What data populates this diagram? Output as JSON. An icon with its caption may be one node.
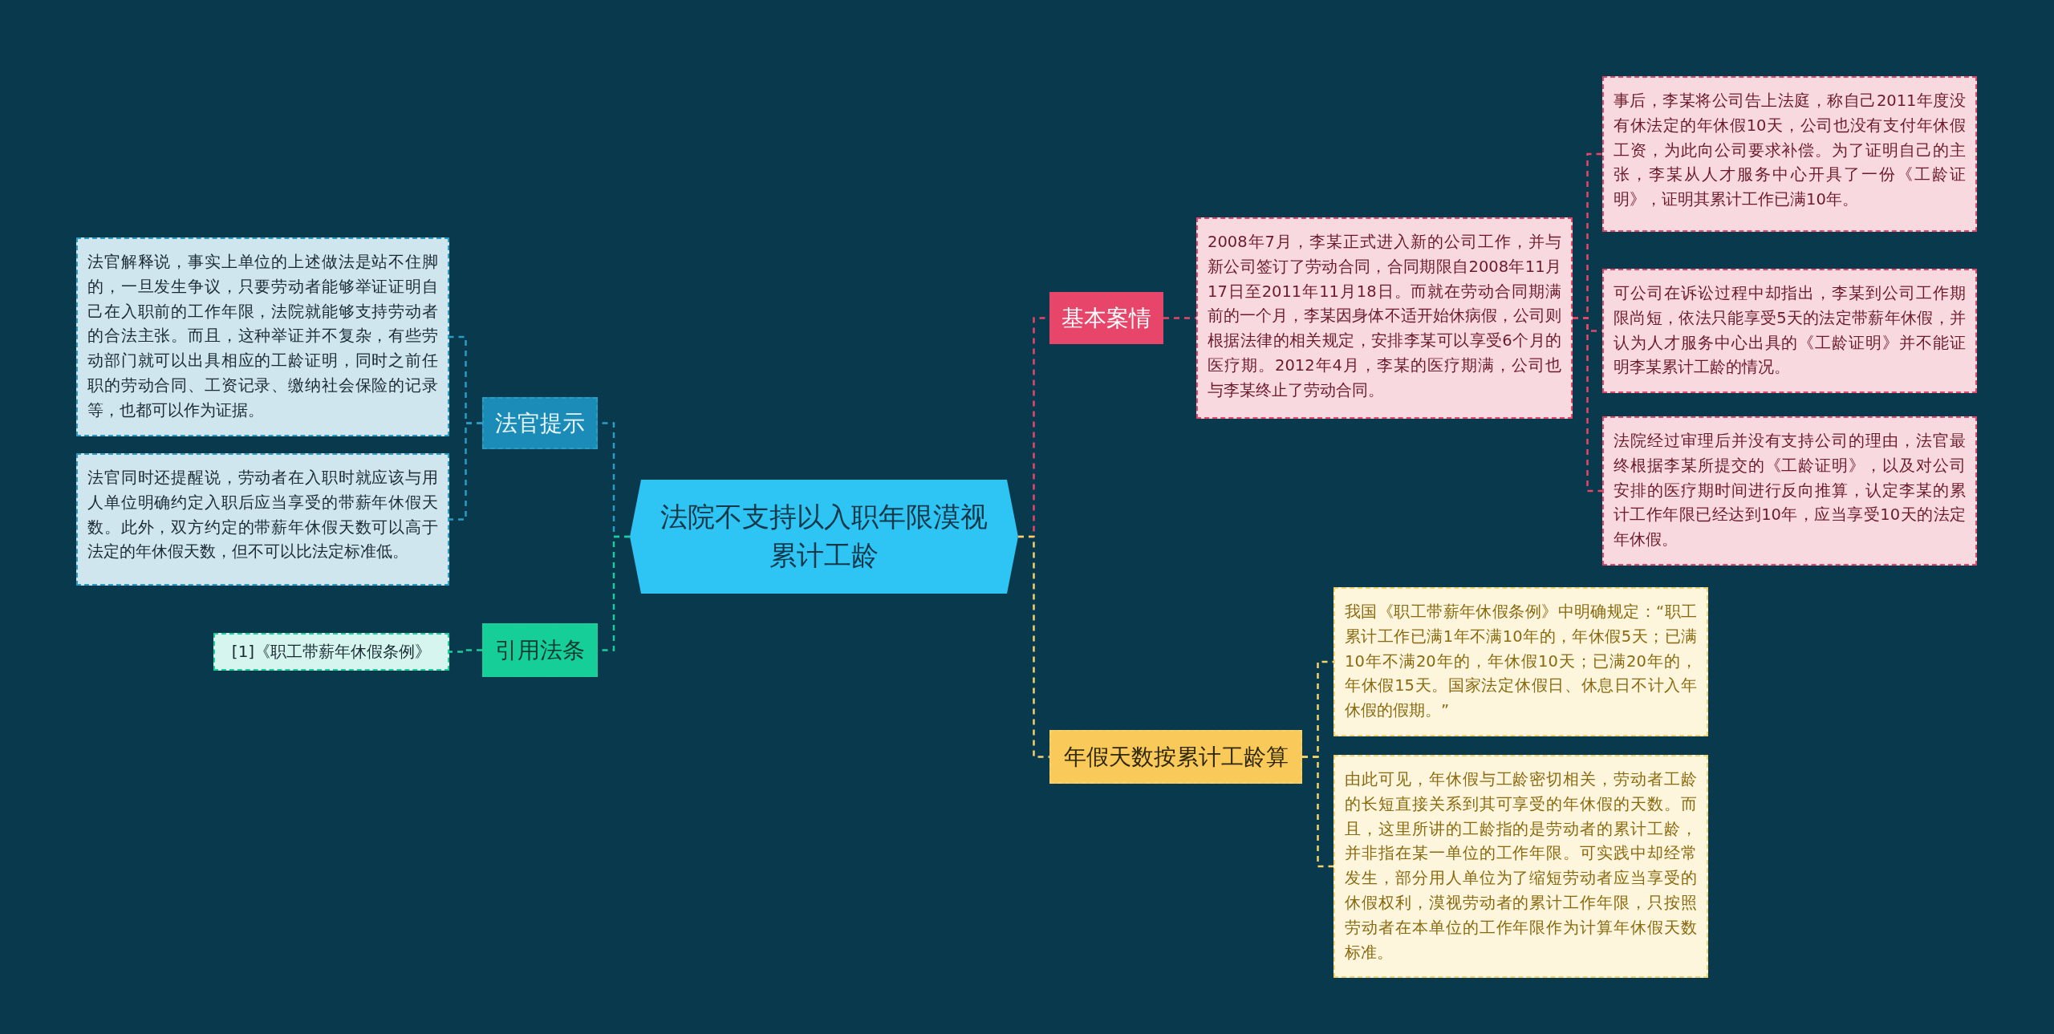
{
  "diagram": {
    "nodes": [
      {
        "text": [
          "法院不支持以入职年限漠视累计工龄"
        ]
      },
      {
        "text": [
          "法官提示"
        ]
      },
      {
        "text": [
          "法官解释说，事实上单位的上述做法是站不住脚的，一旦发生争议，只要劳动者能够举证证明自己在入职前的工作年限，法院就能够支持劳动者的合法主张。而且，这种举证并不复杂，有些劳动部门就可以出具相应的工龄证明，同时之前任职的劳动合同、工资记录、缴纳社会保险的记录等，也都可以作为证据。"
        ]
      },
      {
        "text": [
          "法官同时还提醒说，劳动者在入职时就应该与用人单位明确约定入职后应当享受的带薪年休假天数。此外，双方约定的带薪年休假天数可以高于法定的年休假天数，但不可以比法定标准低。"
        ]
      },
      {
        "text": [
          "引用法条"
        ]
      },
      {
        "text": [
          "[1]《职工带薪年休假条例》"
        ]
      },
      {
        "text": [
          "基本案情"
        ]
      },
      {
        "text": [
          "2008年7月，李某正式进入新的公司工作，并与新公司签订了劳动合同，合同期限自2008年11月17日至2011年11月18日。而就在劳动合同期满前的一个月，李某因身体不适开始休病假，公司则根据法律的相关规定，安排李某可以享受6个月的医疗期。2012年4月，李某的医疗期满，公司也与李某终止了劳动合同。"
        ]
      },
      {
        "text": [
          "事后，李某将公司告上法庭，称自己2011年度没有休法定的年休假10天，公司也没有支付年休假工资，为此向公司要求补偿。为了证明自己的主张，李某从人才服务中心开具了一份《工龄证明》，证明其累计工作已满10年。"
        ]
      },
      {
        "text": [
          "可公司在诉讼过程中却指出，李某到公司工作期限尚短，依法只能享受5天的法定带薪年休假，并认为人才服务中心出具的《工龄证明》并不能证明李某累计工龄的情况。"
        ]
      },
      {
        "text": [
          "法院经过审理后并没有支持公司的理由，法官最终根据李某所提交的《工龄证明》，以及对公司安排的医疗期时间进行反向推算，认定李某的累计工作年限已经达到10年，应当享受10天的法定年休假。"
        ]
      },
      {
        "text": [
          "年假天数按累计工龄算"
        ]
      },
      {
        "text": [
          "我国《职工带薪年休假条例》中明确规定：“职工累计工作已满1年不满10年的，年休假5天；已满10年不满20年的，年休假10天；已满20年的，年休假15天。国家法定休假日、休息日不计入年休假的假期。”"
        ]
      },
      {
        "text": [
          "由此可见，年休假与工龄密切相关，劳动者工龄的长短直接关系到其可享受的年休假的天数。而且，这里所讲的工龄指的是劳动者的累计工龄，并非指在某一单位的工作年限。可实践中却经常发生，部分用人单位为了缩短劳动者应当享受的休假权利，漠视劳动者的累计工作年限，只按照劳动者在本单位的工作年限作为计算年休假天数标准。"
        ]
      }
    ],
    "edges": [
      {
        "from": 0,
        "to": 1,
        "arrow": "none",
        "color": "#2a9dc4"
      },
      {
        "from": 1,
        "to": 2,
        "arrow": "none",
        "color": "#2a9dc4"
      },
      {
        "from": 1,
        "to": 3,
        "arrow": "none",
        "color": "#2a9dc4"
      },
      {
        "from": 0,
        "to": 4,
        "arrow": "none",
        "color": "#1ccf9a"
      },
      {
        "from": 4,
        "to": 5,
        "arrow": "none",
        "color": "#1ccf9a"
      },
      {
        "from": 0,
        "to": 6,
        "arrow": "none",
        "color": "#e8456a"
      },
      {
        "from": 6,
        "to": 7,
        "arrow": "none",
        "color": "#e8456a"
      },
      {
        "from": 7,
        "to": 8,
        "arrow": "none",
        "color": "#e8456a"
      },
      {
        "from": 7,
        "to": 9,
        "arrow": "none",
        "color": "#e8456a"
      },
      {
        "from": 7,
        "to": 10,
        "arrow": "none",
        "color": "#e8456a"
      },
      {
        "from": 0,
        "to": 11,
        "arrow": "none",
        "color": "#f5d36a"
      },
      {
        "from": 11,
        "to": 12,
        "arrow": "none",
        "color": "#f5d36a"
      },
      {
        "from": 11,
        "to": 13,
        "arrow": "none",
        "color": "#f5d36a"
      }
    ]
  }
}
